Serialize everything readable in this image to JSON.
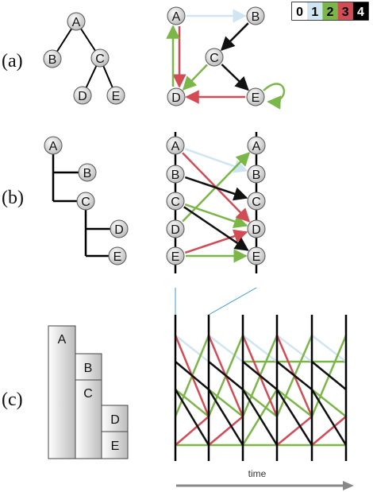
{
  "panel_labels": [
    "(a)",
    "(b)",
    "(c)"
  ],
  "legend": {
    "entries": [
      {
        "label": "0",
        "bg": "#ffffff",
        "color": "#000000"
      },
      {
        "label": "1",
        "bg": "#cfe6f2",
        "color": "#000000"
      },
      {
        "label": "2",
        "bg": "#7ab648",
        "color": "#000000"
      },
      {
        "label": "3",
        "bg": "#d34b55",
        "color": "#000000"
      },
      {
        "label": "4",
        "bg": "#000000",
        "color": "#ffffff"
      }
    ]
  },
  "colors": {
    "0": "#ffffff",
    "1": "#cfe6f2",
    "2": "#7ab648",
    "3": "#d34b55",
    "4": "#111111"
  },
  "nodes": [
    "A",
    "B",
    "C",
    "D",
    "E"
  ],
  "tree_edges": [
    [
      "A",
      "B"
    ],
    [
      "A",
      "C"
    ],
    [
      "C",
      "D"
    ],
    [
      "C",
      "E"
    ]
  ],
  "graph_edges": [
    {
      "from": "A",
      "to": "B",
      "weight": 1
    },
    {
      "from": "B",
      "to": "C",
      "weight": 4
    },
    {
      "from": "C",
      "to": "E",
      "weight": 4
    },
    {
      "from": "C",
      "to": "D",
      "weight": 2
    },
    {
      "from": "A",
      "to": "D",
      "weight": 3
    },
    {
      "from": "D",
      "to": "A",
      "weight": 2
    },
    {
      "from": "E",
      "to": "D",
      "weight": 3
    },
    {
      "from": "E",
      "to": "E",
      "weight": 2
    }
  ],
  "icicle": [
    {
      "label": "A"
    },
    {
      "label": "B"
    },
    {
      "label": "C"
    },
    {
      "label": "D"
    },
    {
      "label": "E"
    }
  ],
  "time_label": "time"
}
